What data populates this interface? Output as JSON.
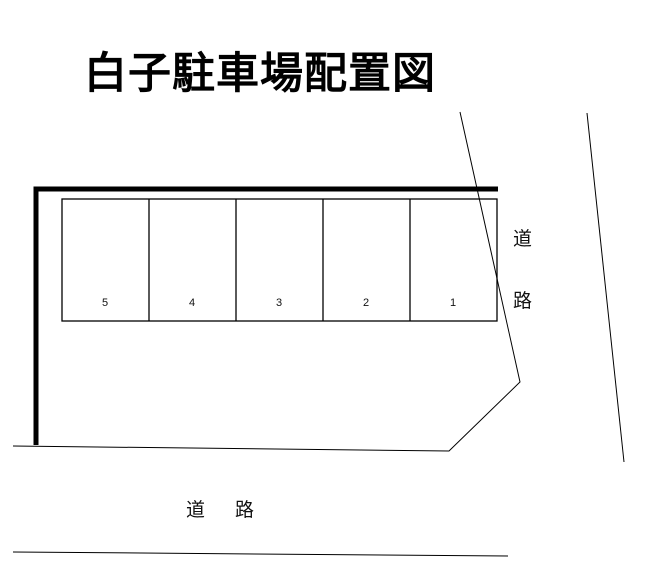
{
  "title": "白子駐車場配置図",
  "road_right": {
    "chars": [
      "道",
      "路"
    ]
  },
  "road_bottom": {
    "label": "道 路"
  },
  "stalls": [
    {
      "number": "5"
    },
    {
      "number": "4"
    },
    {
      "number": "3"
    },
    {
      "number": "2"
    },
    {
      "number": "1"
    }
  ],
  "colors": {
    "line": "#000000",
    "background": "#ffffff"
  }
}
